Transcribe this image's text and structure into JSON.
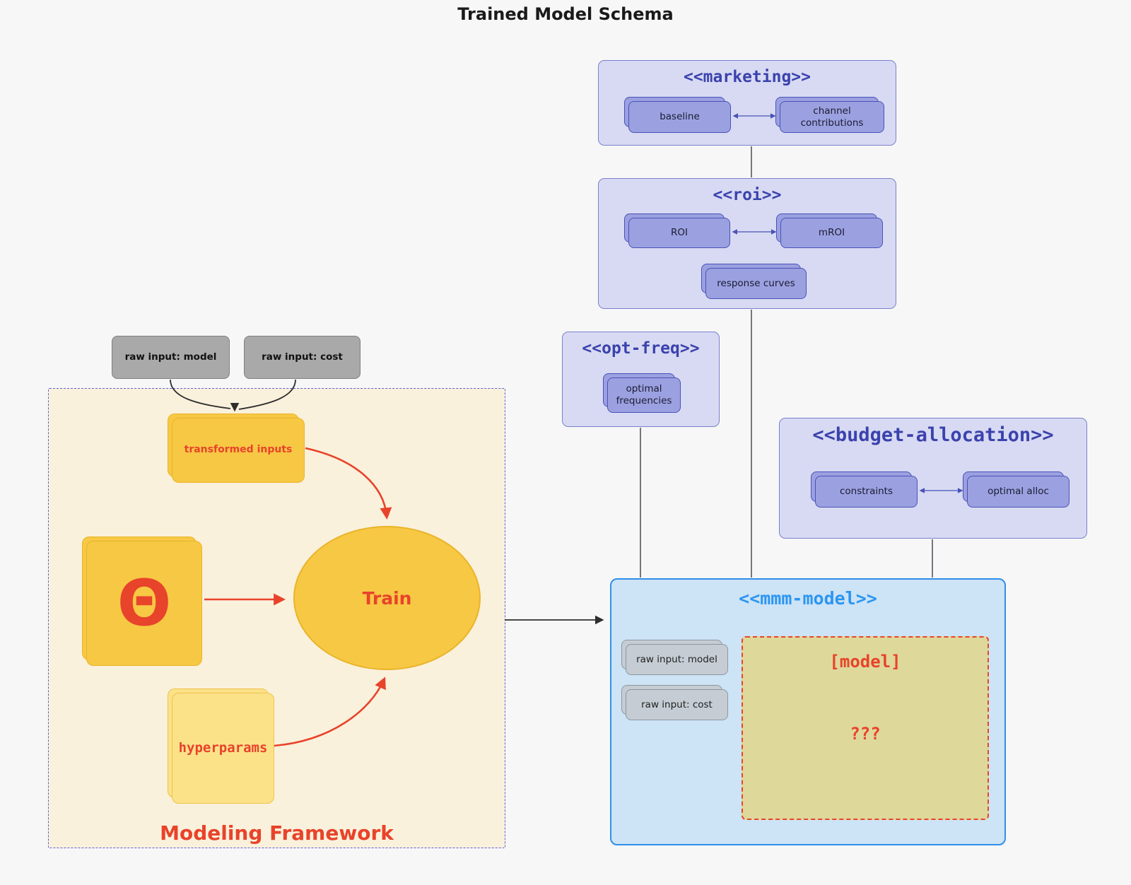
{
  "title": "Trained Model Schema",
  "colors": {
    "purple_accent": "#3b42ad",
    "blue_accent": "#2b96f1",
    "red_accent": "#e8432b",
    "gold": "#f7c844",
    "lavender_container": "#d7daf2",
    "light_blue_container": "#cde3f6",
    "cream_container": "#faf1dc",
    "khaki_fill": "#ded89b",
    "gray_node": "#a9a9a9"
  },
  "raw_inputs": [
    "raw input: model",
    "raw input: cost"
  ],
  "marketing": {
    "title": "<<marketing>>",
    "boxes": [
      "baseline",
      "channel contributions"
    ]
  },
  "roi": {
    "title": "<<roi>>",
    "boxes": [
      "ROI",
      "mROI"
    ],
    "bottom_box": "response curves"
  },
  "opt_freq": {
    "title": "<<opt-freq>>",
    "box": "optimal frequencies"
  },
  "budget": {
    "title": "<<budget-allocation>>",
    "boxes": [
      "constraints",
      "optimal alloc"
    ]
  },
  "mmm": {
    "title": "<<mmm-model>>",
    "inputs": [
      "raw input: model",
      "raw input: cost"
    ],
    "model_title": "[model]",
    "model_placeholder": "???"
  },
  "framework": {
    "label": "Modeling Framework",
    "transformed_inputs": "transformed inputs",
    "theta": "Θ",
    "train": "Train",
    "hyperparams": "hyperparams"
  }
}
